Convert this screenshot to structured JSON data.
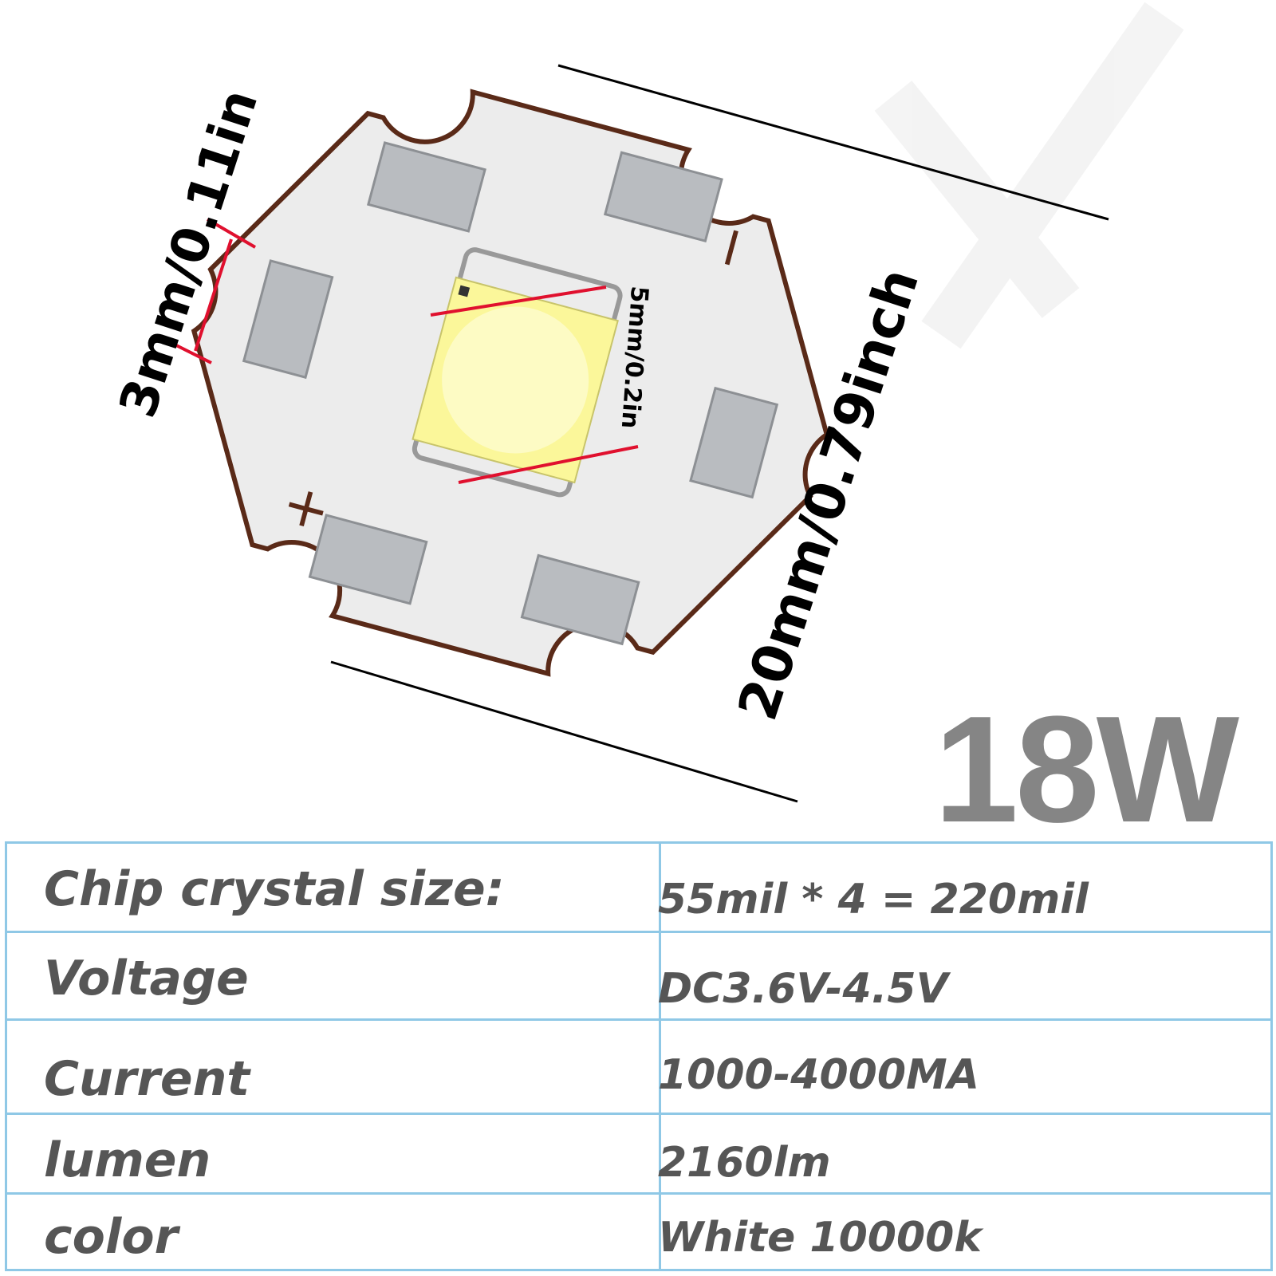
{
  "dimensions": {
    "hole": "3mm/0.11in",
    "board": "20mm/0.79inch",
    "chip": "5mm/0.2in"
  },
  "board_marks": {
    "plus": "+",
    "minus": "−"
  },
  "power": "18W",
  "specs": [
    {
      "key": "Chip crystal size:",
      "value": "55mil * 4 = 220mil"
    },
    {
      "key": "Voltage",
      "value": "DC3.6V-4.5V"
    },
    {
      "key": "Current",
      "value": "1000-4000MA"
    },
    {
      "key": "lumen",
      "value": "2160lm"
    },
    {
      "key": "color",
      "value": "White 10000k"
    }
  ],
  "colors": {
    "table_border": "#8fc8e6",
    "board": "#ececec",
    "board_edge": "#5a2a18",
    "chip": "#fbf79a",
    "dimension_line": "#e0102e",
    "pad": "#b9bcc0"
  }
}
